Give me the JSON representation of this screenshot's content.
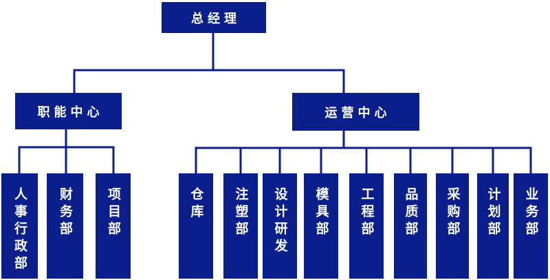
{
  "org_chart": {
    "type": "org-tree",
    "root": {
      "label": "总经理"
    },
    "branches": [
      {
        "label": "职能中心",
        "children": [
          "人事行政部",
          "财务部",
          "项目部"
        ]
      },
      {
        "label": "运营中心",
        "children": [
          "仓库",
          "注塑部",
          "设计研发",
          "模具部",
          "工程部",
          "品质部",
          "采购部",
          "计划部",
          "业务部"
        ]
      }
    ],
    "colors": {
      "box_fill": "#0a1f8c",
      "line": "#0a1f8c",
      "text": "#ffffff",
      "background": "#ffffff"
    }
  }
}
